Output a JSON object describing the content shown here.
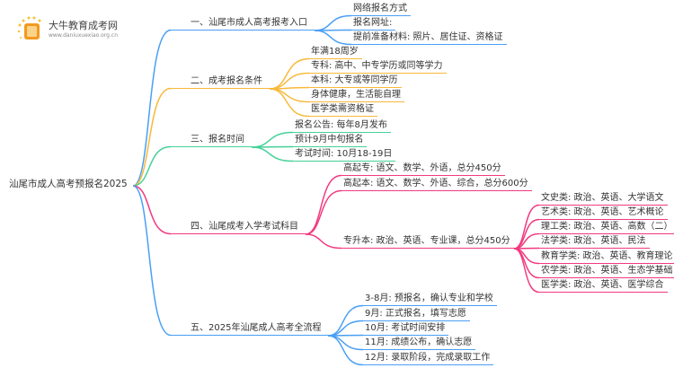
{
  "logo": {
    "name": "大牛教育成考网",
    "url": "www.daniuxuexiao.org.cn"
  },
  "colors": {
    "b1": "#4a9ff5",
    "b2": "#f7b93a",
    "b3": "#45d198",
    "b4": "#f2397f",
    "b5": "#4a9ff5"
  },
  "root": "汕尾市成人高考预报名2025",
  "branches": [
    {
      "label": "一、汕尾市成人高考报考入口",
      "children": [
        "网络报名方式",
        "报名网址:",
        "提前准备材料: 照片、居住证、资格证"
      ]
    },
    {
      "label": "二、成考报名条件",
      "children": [
        "年满18周岁",
        "专科: 高中、中专学历或同等学力",
        "本科: 大专或等同学历",
        "身体健康，生活能自理",
        "医学类需资格证"
      ]
    },
    {
      "label": "三、报名时间",
      "children": [
        "报名公告: 每年8月发布",
        "预计9月中旬报名",
        "考试时间: 10月18-19日"
      ]
    },
    {
      "label": "四、汕尾成考入学考试科目",
      "children": [
        "高起专: 语文、数学、外语，总分450分",
        "高起本: 语文、数学、外语、综合，总分600分",
        "专升本: 政治、英语、专业课，总分450分"
      ],
      "sub": [
        "文史类: 政治、英语、大学语文",
        "艺术类: 政治、英语、艺术概论",
        "理工类: 政治、英语、高数（二）",
        "法学类: 政治、英语、民法",
        "教育学类: 政治、英语、教育理论",
        "农学类: 政治、英语、生态学基础",
        "医学类: 政治、英语、医学综合"
      ]
    },
    {
      "label": "五、2025年汕尾成人高考全流程",
      "children": [
        "3-8月: 预报名，确认专业和学校",
        "9月: 正式报名，填写志愿",
        "10月: 考试时间安排",
        "11月: 成绩公布，确认志愿",
        "12月: 录取阶段，完成录取工作"
      ]
    }
  ]
}
